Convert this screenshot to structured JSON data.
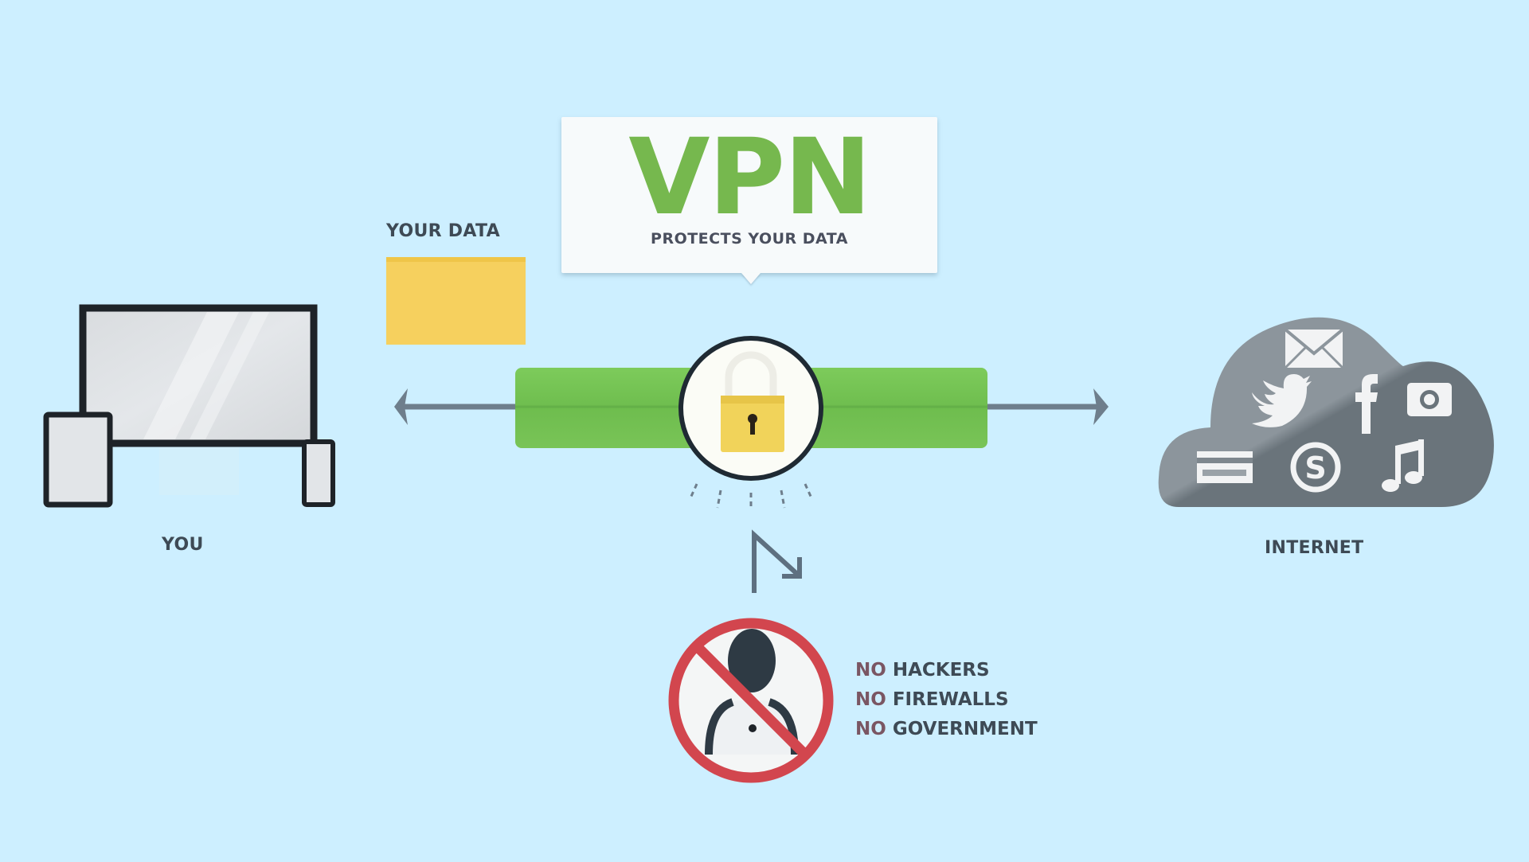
{
  "diagram": {
    "title": "VPN",
    "subtitle": "PROTECTS YOUR DATA",
    "your_data_label": "YOUR DATA",
    "you_label": "YOU",
    "internet_label": "INTERNET",
    "threats": [
      {
        "prefix": "NO",
        "text": "HACKERS"
      },
      {
        "prefix": "NO",
        "text": "FIREWALLS"
      },
      {
        "prefix": "NO",
        "text": "GOVERNMENT"
      }
    ],
    "cloud_icons": [
      "mail-icon",
      "twitter-icon",
      "facebook-icon",
      "camera-icon",
      "credit-card-icon",
      "skype-icon",
      "music-note-icon"
    ],
    "device_icons": [
      "monitor-icon",
      "tablet-icon",
      "phone-icon"
    ],
    "center_icon": "padlock-icon",
    "blocked_icon": "hacker-icon"
  },
  "colors": {
    "background": "#CDEFFF",
    "vpn_green": "#76B84E",
    "tunnel_green": "#74C656",
    "folder_yellow": "#F6D05E",
    "cloud_gray_light": "#8C959C",
    "cloud_gray_dark": "#6A747B",
    "arrow_gray": "#6E7E8C",
    "prohibit_red": "#D2464E",
    "text_dark": "#3E4A55"
  }
}
